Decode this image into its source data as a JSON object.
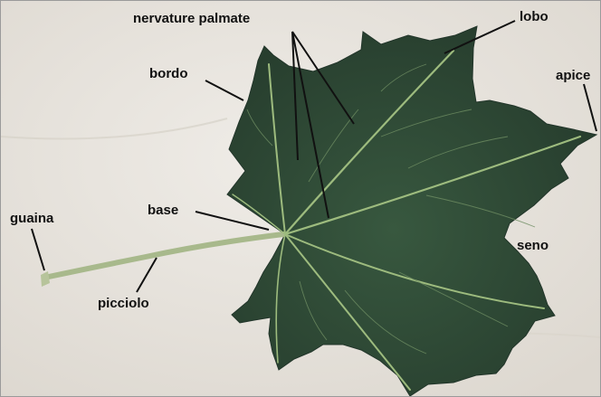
{
  "labels": {
    "nervature": "nervature palmate",
    "lobo": "lobo",
    "bordo": "bordo",
    "apice": "apice",
    "base": "base",
    "guaina": "guaina",
    "seno": "seno",
    "picciolo": "picciolo"
  },
  "colors": {
    "background": "#e9e6e0",
    "leaf": "#2f4a37",
    "veins": "#9dbb7e",
    "petiole": "#a8b98c",
    "label_text": "#111111",
    "pointer_lines": "#111111"
  }
}
